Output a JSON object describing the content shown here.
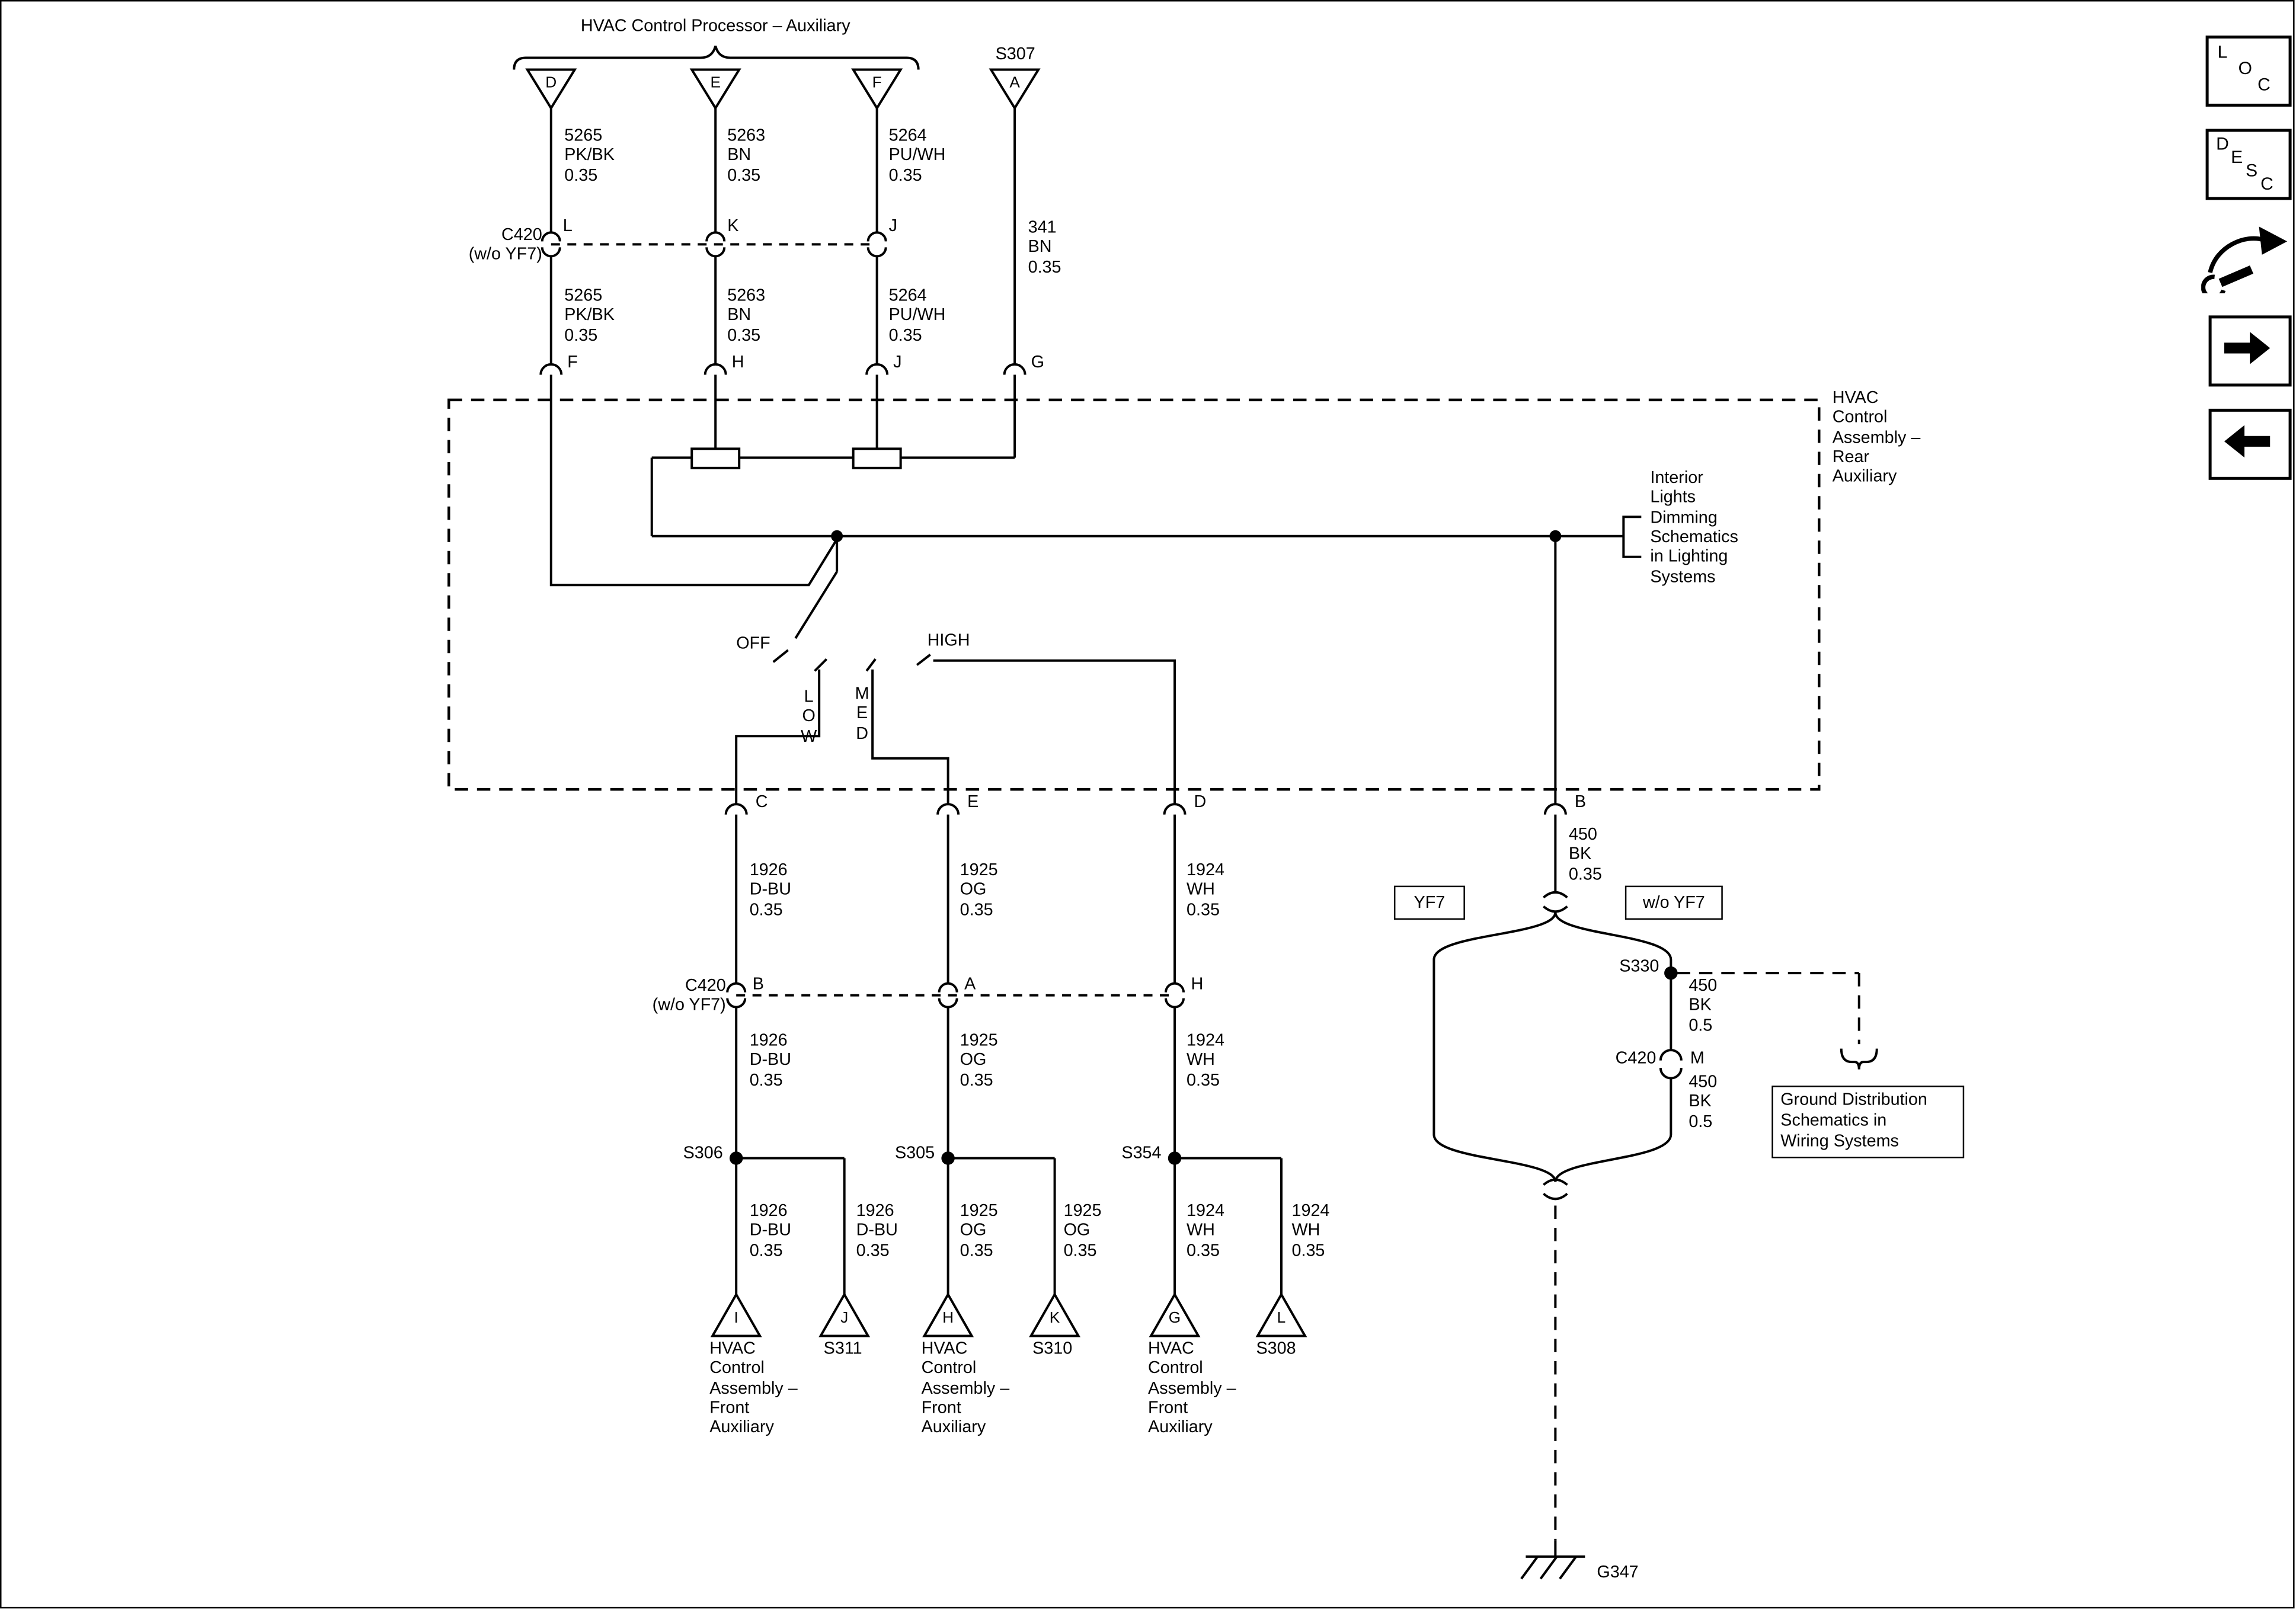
{
  "header": {
    "processor_title": "HVAC Control Processor – Auxiliary",
    "s307": "S307"
  },
  "top_pins": {
    "d": "D",
    "e": "E",
    "f": "F",
    "a": "A"
  },
  "wire_top": {
    "w1": "5265\nPK/BK\n0.35",
    "w2": "5263\nBN\n0.35",
    "w3": "5264\nPU/WH\n0.35",
    "w4": "341\nBN\n0.35"
  },
  "c420_row1": {
    "label": "C420\n(w/o YF7)",
    "pin1": "L",
    "pin2": "K",
    "pin3": "J"
  },
  "wire_mid": {
    "w1": "5265\nPK/BK\n0.35",
    "w2": "5263\nBN\n0.35",
    "w3": "5264\nPU/WH\n0.35"
  },
  "rear_pins": {
    "p1": "F",
    "p2": "H",
    "p3": "J",
    "p4": "G"
  },
  "rear_box": {
    "label": "HVAC\nControl\nAssembly –\nRear\nAuxiliary",
    "off": "OFF",
    "high": "HIGH",
    "low": "L\nO\nW",
    "med": "M\nE\nD",
    "interior": "Interior\nLights\nDimming\nSchematics\nin Lighting\nSystems"
  },
  "out_pins": {
    "c": "C",
    "e": "E",
    "d": "D",
    "b": "B"
  },
  "wire_out": {
    "w1": "1926\nD-BU\n0.35",
    "w2": "1925\nOG\n0.35",
    "w3": "1924\nWH\n0.35",
    "w4": "450\nBK\n0.35"
  },
  "variant": {
    "yf7": "YF7",
    "wo_yf7": "w/o YF7"
  },
  "s330_branch": {
    "s330": "S330",
    "wire1": "450\nBK\n0.5",
    "c420": "C420",
    "pin_m": "M",
    "wire2": "450\nBK\n0.5",
    "ground_box": "Ground Distribution\nSchematics in\nWiring Systems"
  },
  "c420_row2": {
    "label": "C420\n(w/o YF7)",
    "pin1": "B",
    "pin2": "A",
    "pin3": "H"
  },
  "wire_low": {
    "w1": "1926\nD-BU\n0.35",
    "w2": "1925\nOG\n0.35",
    "w3": "1924\nWH\n0.35"
  },
  "splices": {
    "s306": "S306",
    "s305": "S305",
    "s354": "S354"
  },
  "branch_wires": {
    "w1a": "1926\nD-BU\n0.35",
    "w1b": "1926\nD-BU\n0.35",
    "w2a": "1925\nOG\n0.35",
    "w2b": "1925\nOG\n0.35",
    "w3a": "1924\nWH\n0.35",
    "w3b": "1924\nWH\n0.35"
  },
  "bottom_pins": {
    "p1": "I",
    "p2": "J",
    "p3": "H",
    "p4": "K",
    "p5": "G",
    "p6": "L"
  },
  "bottom_labels": {
    "front1": "HVAC\nControl\nAssembly –\nFront\nAuxiliary",
    "s311": "S311",
    "front2": "HVAC\nControl\nAssembly –\nFront\nAuxiliary",
    "s310": "S310",
    "front3": "HVAC\nControl\nAssembly –\nFront\nAuxiliary",
    "s308": "S308"
  },
  "ground": {
    "g347": "G347"
  },
  "toolbar": {
    "loc": [
      "L",
      "O",
      "C"
    ],
    "desc": [
      "D",
      "E",
      "S",
      "C"
    ]
  },
  "colors": {
    "line": "#000000",
    "background": "#ffffff"
  }
}
